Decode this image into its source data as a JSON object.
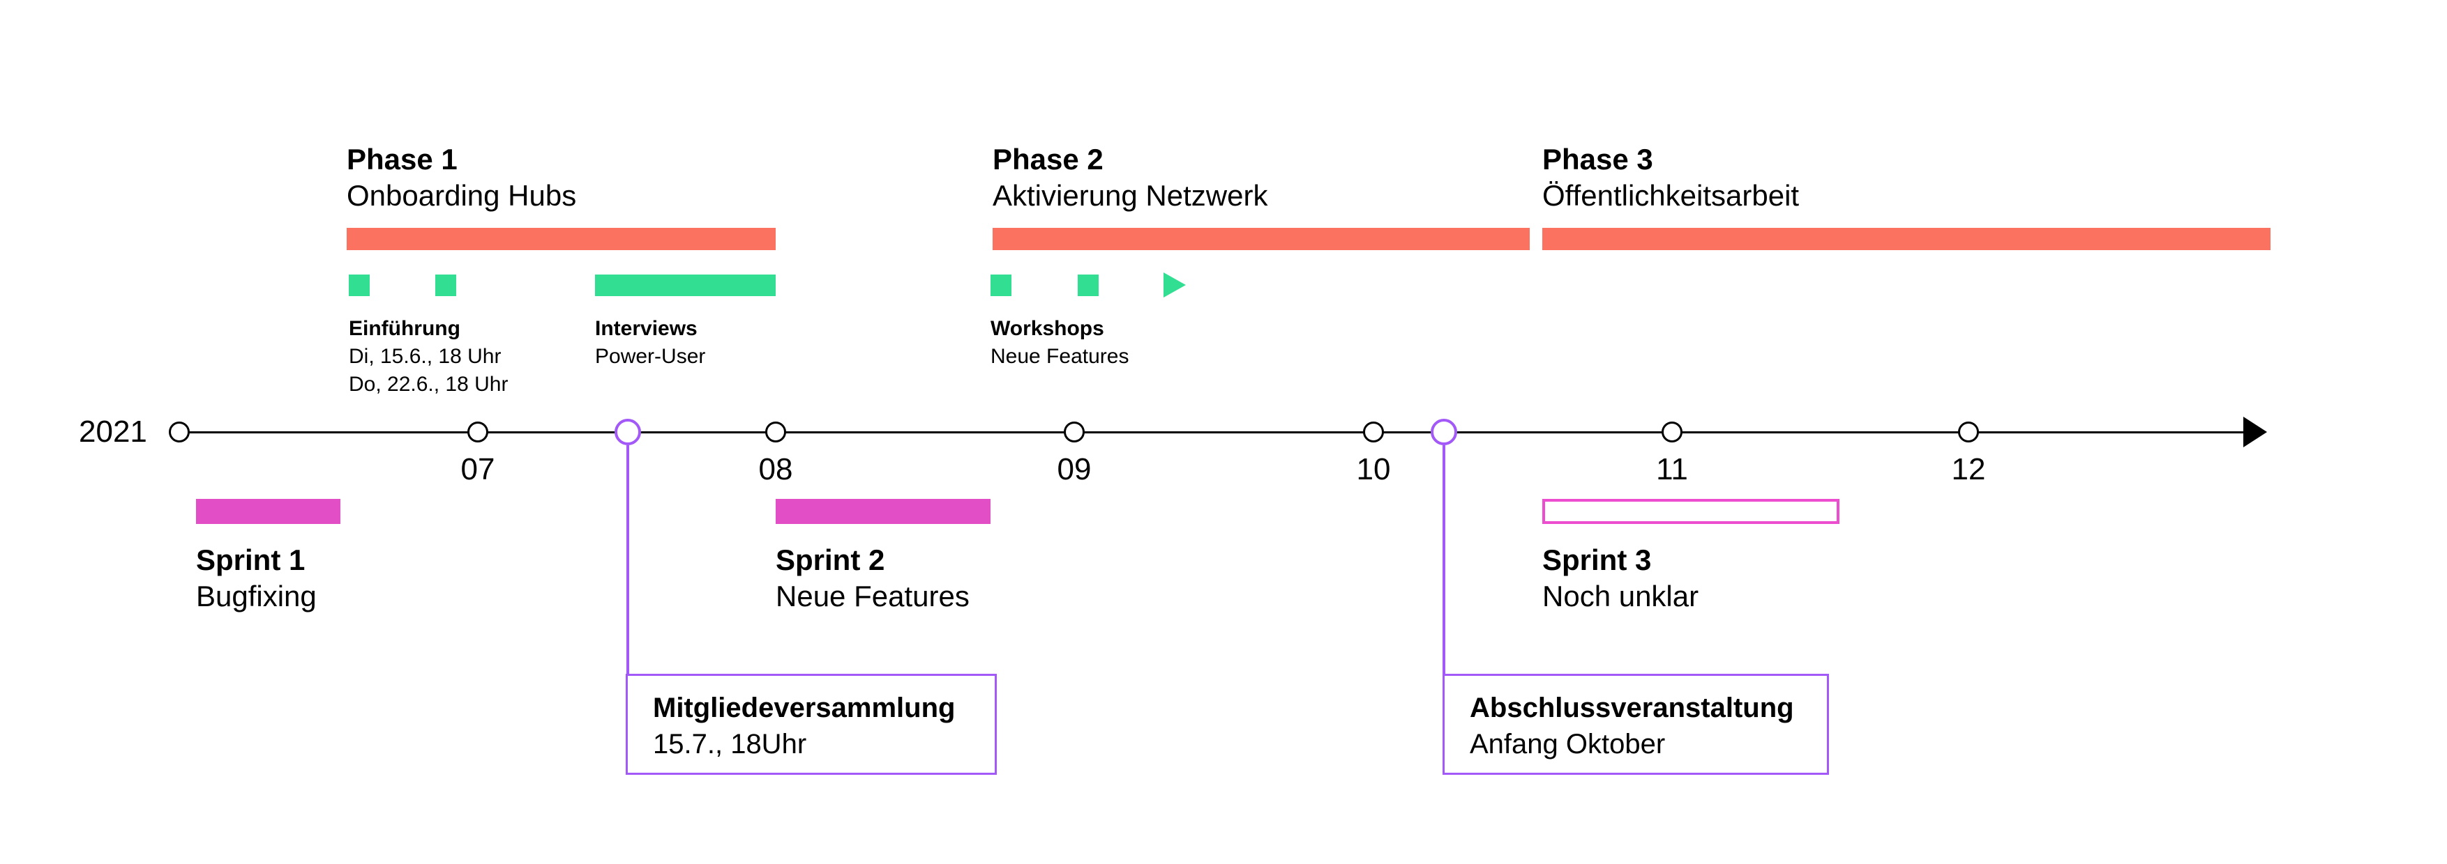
{
  "colors": {
    "coral": "#FB7360",
    "green": "#32DE92",
    "magenta": "#E24EC6",
    "pink": "#ED4ED0",
    "purple": "#A259F7",
    "ink": "#000000"
  },
  "year": "2021",
  "months": [
    "07",
    "08",
    "09",
    "10",
    "11",
    "12"
  ],
  "phases": [
    {
      "title": "Phase 1",
      "subtitle": "Onboarding Hubs"
    },
    {
      "title": "Phase 2",
      "subtitle": "Aktivierung Netzwerk"
    },
    {
      "title": "Phase 3",
      "subtitle": "Öffentlichkeitsarbeit"
    }
  ],
  "events": [
    {
      "title": "Einführung",
      "lines": [
        "Di, 15.6., 18 Uhr",
        "Do, 22.6., 18 Uhr"
      ]
    },
    {
      "title": "Interviews",
      "lines": [
        "Power-User"
      ]
    },
    {
      "title": "Workshops",
      "lines": [
        "Neue Features"
      ]
    }
  ],
  "sprints": [
    {
      "title": "Sprint 1",
      "subtitle": "Bugfixing"
    },
    {
      "title": "Sprint 2",
      "subtitle": "Neue Features"
    },
    {
      "title": "Sprint 3",
      "subtitle": "Noch unklar"
    }
  ],
  "milestones": [
    {
      "title": "Mitgliedeversammlung",
      "subtitle": "15.7., 18Uhr"
    },
    {
      "title": "Abschlussveranstaltung",
      "subtitle": "Anfang Oktober"
    }
  ]
}
